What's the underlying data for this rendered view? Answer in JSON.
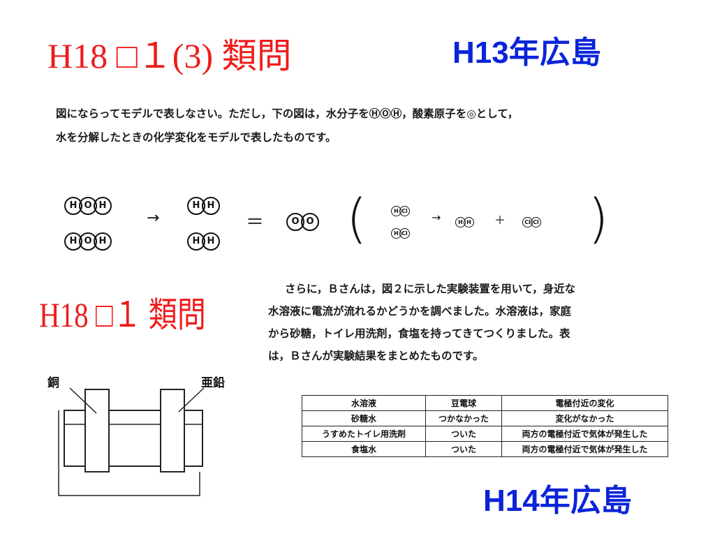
{
  "headings": {
    "h18_q1_3": "H18 □１(3) 類問",
    "h13": "H13年広島",
    "h18_q1": "H18 □１ 類問",
    "h14": "H14年広島"
  },
  "problem1": {
    "line1": "図にならってモデルで表しなさい。ただし，下の図は，水分子をⒽⓄⒽ，酸素原子を◎として，",
    "line2": "水を分解したときの化学変化をモデルで表したものです。"
  },
  "equation": {
    "H": "H",
    "O": "O",
    "Cl": "Cl",
    "arrow": "→",
    "equals": "＝",
    "plus": "＋",
    "open_paren": "(",
    "close_paren": ")"
  },
  "problem2": {
    "line1": "さらに，Ｂさんは，図２に示した実験装置を用いて，身近な",
    "line2": "水溶液に電流が流れるかどうかを調べました。水溶液は，家庭",
    "line3": "から砂糖，トイレ用洗剤，食塩を持ってきてつくりました。表",
    "line4": "は，Ｂさんが実験結果をまとめたものです。"
  },
  "apparatus": {
    "left_label": "銅",
    "right_label": "亜鉛"
  },
  "results_table": {
    "headers": [
      "水溶液",
      "豆電球",
      "電極付近の変化"
    ],
    "rows": [
      [
        "砂糖水",
        "つかなかった",
        "変化がなかった"
      ],
      [
        "うすめたトイレ用洗剤",
        "ついた",
        "両方の電極付近で気体が発生した"
      ],
      [
        "食塩水",
        "ついた",
        "両方の電極付近で気体が発生した"
      ]
    ]
  }
}
